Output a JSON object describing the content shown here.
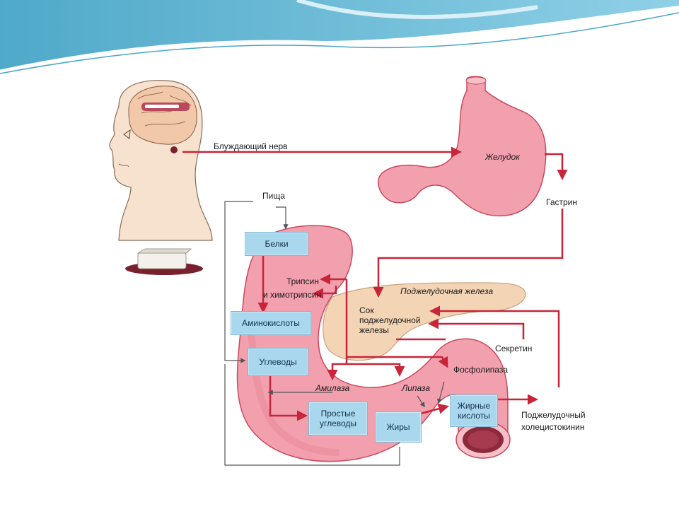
{
  "diagram": {
    "labels": {
      "vagus_nerve": "Блуждающий нерв",
      "stomach": "Желудок",
      "gastrin": "Гастрин",
      "food": "Пища",
      "trypsin": "Трипсин",
      "chymotrypsin": "и химотрипсин",
      "pancreas": "Поджелудочная железа",
      "juice_line1": "Сок",
      "juice_line2": "поджелудочной",
      "juice_line3": "железы",
      "secretin": "Секретин",
      "phospholipase": "Фосфолипаза",
      "amylase": "Амилаза",
      "lipase": "Липаза",
      "cck_line1": "Поджелудочный",
      "cck_line2": "холецистокинин"
    },
    "boxes": {
      "proteins": "Белки",
      "amino_acids": "Аминокислоты",
      "carbohydrates": "Углеводы",
      "simple_carbs_line1": "Простые",
      "simple_carbs_line2": "углеводы",
      "fats": "Жиры",
      "fatty_acids_line1": "Жирные",
      "fatty_acids_line2": "кислоты"
    }
  },
  "colors": {
    "organ_pink": "#f2a0ad",
    "organ_outline": "#c9485e",
    "arrow_red": "#c8243a",
    "pancreas_beige": "#f3d5b5",
    "box_blue": "#a9d8ee",
    "header_wave": "#69b9d6"
  }
}
